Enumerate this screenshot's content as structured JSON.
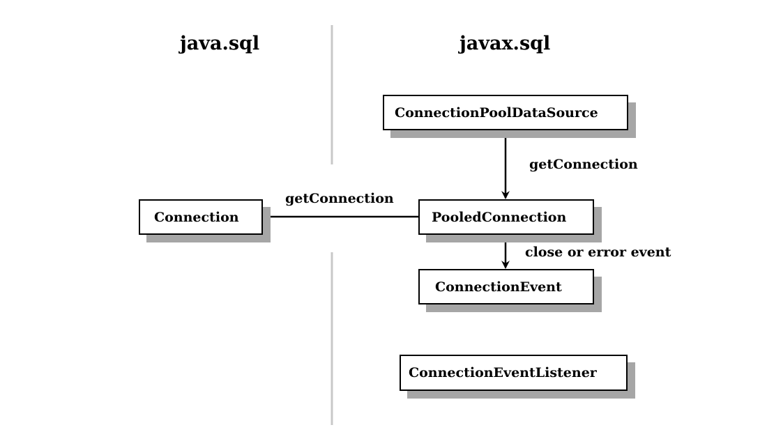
{
  "packages": {
    "left": "java.sql",
    "right": "javax.sql"
  },
  "boxes": {
    "connection": "Connection",
    "pool_data_source": "ConnectionPoolDataSource",
    "pooled_connection": "PooledConnection",
    "connection_event": "ConnectionEvent",
    "event_listener": "ConnectionEventListener"
  },
  "edges": {
    "pool_to_pooled": "getConnection",
    "pooled_to_connection": "getConnection",
    "pooled_to_event": "close or error event"
  },
  "colors": {
    "line": "#000000",
    "shadow": "#a6a6a6",
    "divider": "#c8c8c8"
  }
}
